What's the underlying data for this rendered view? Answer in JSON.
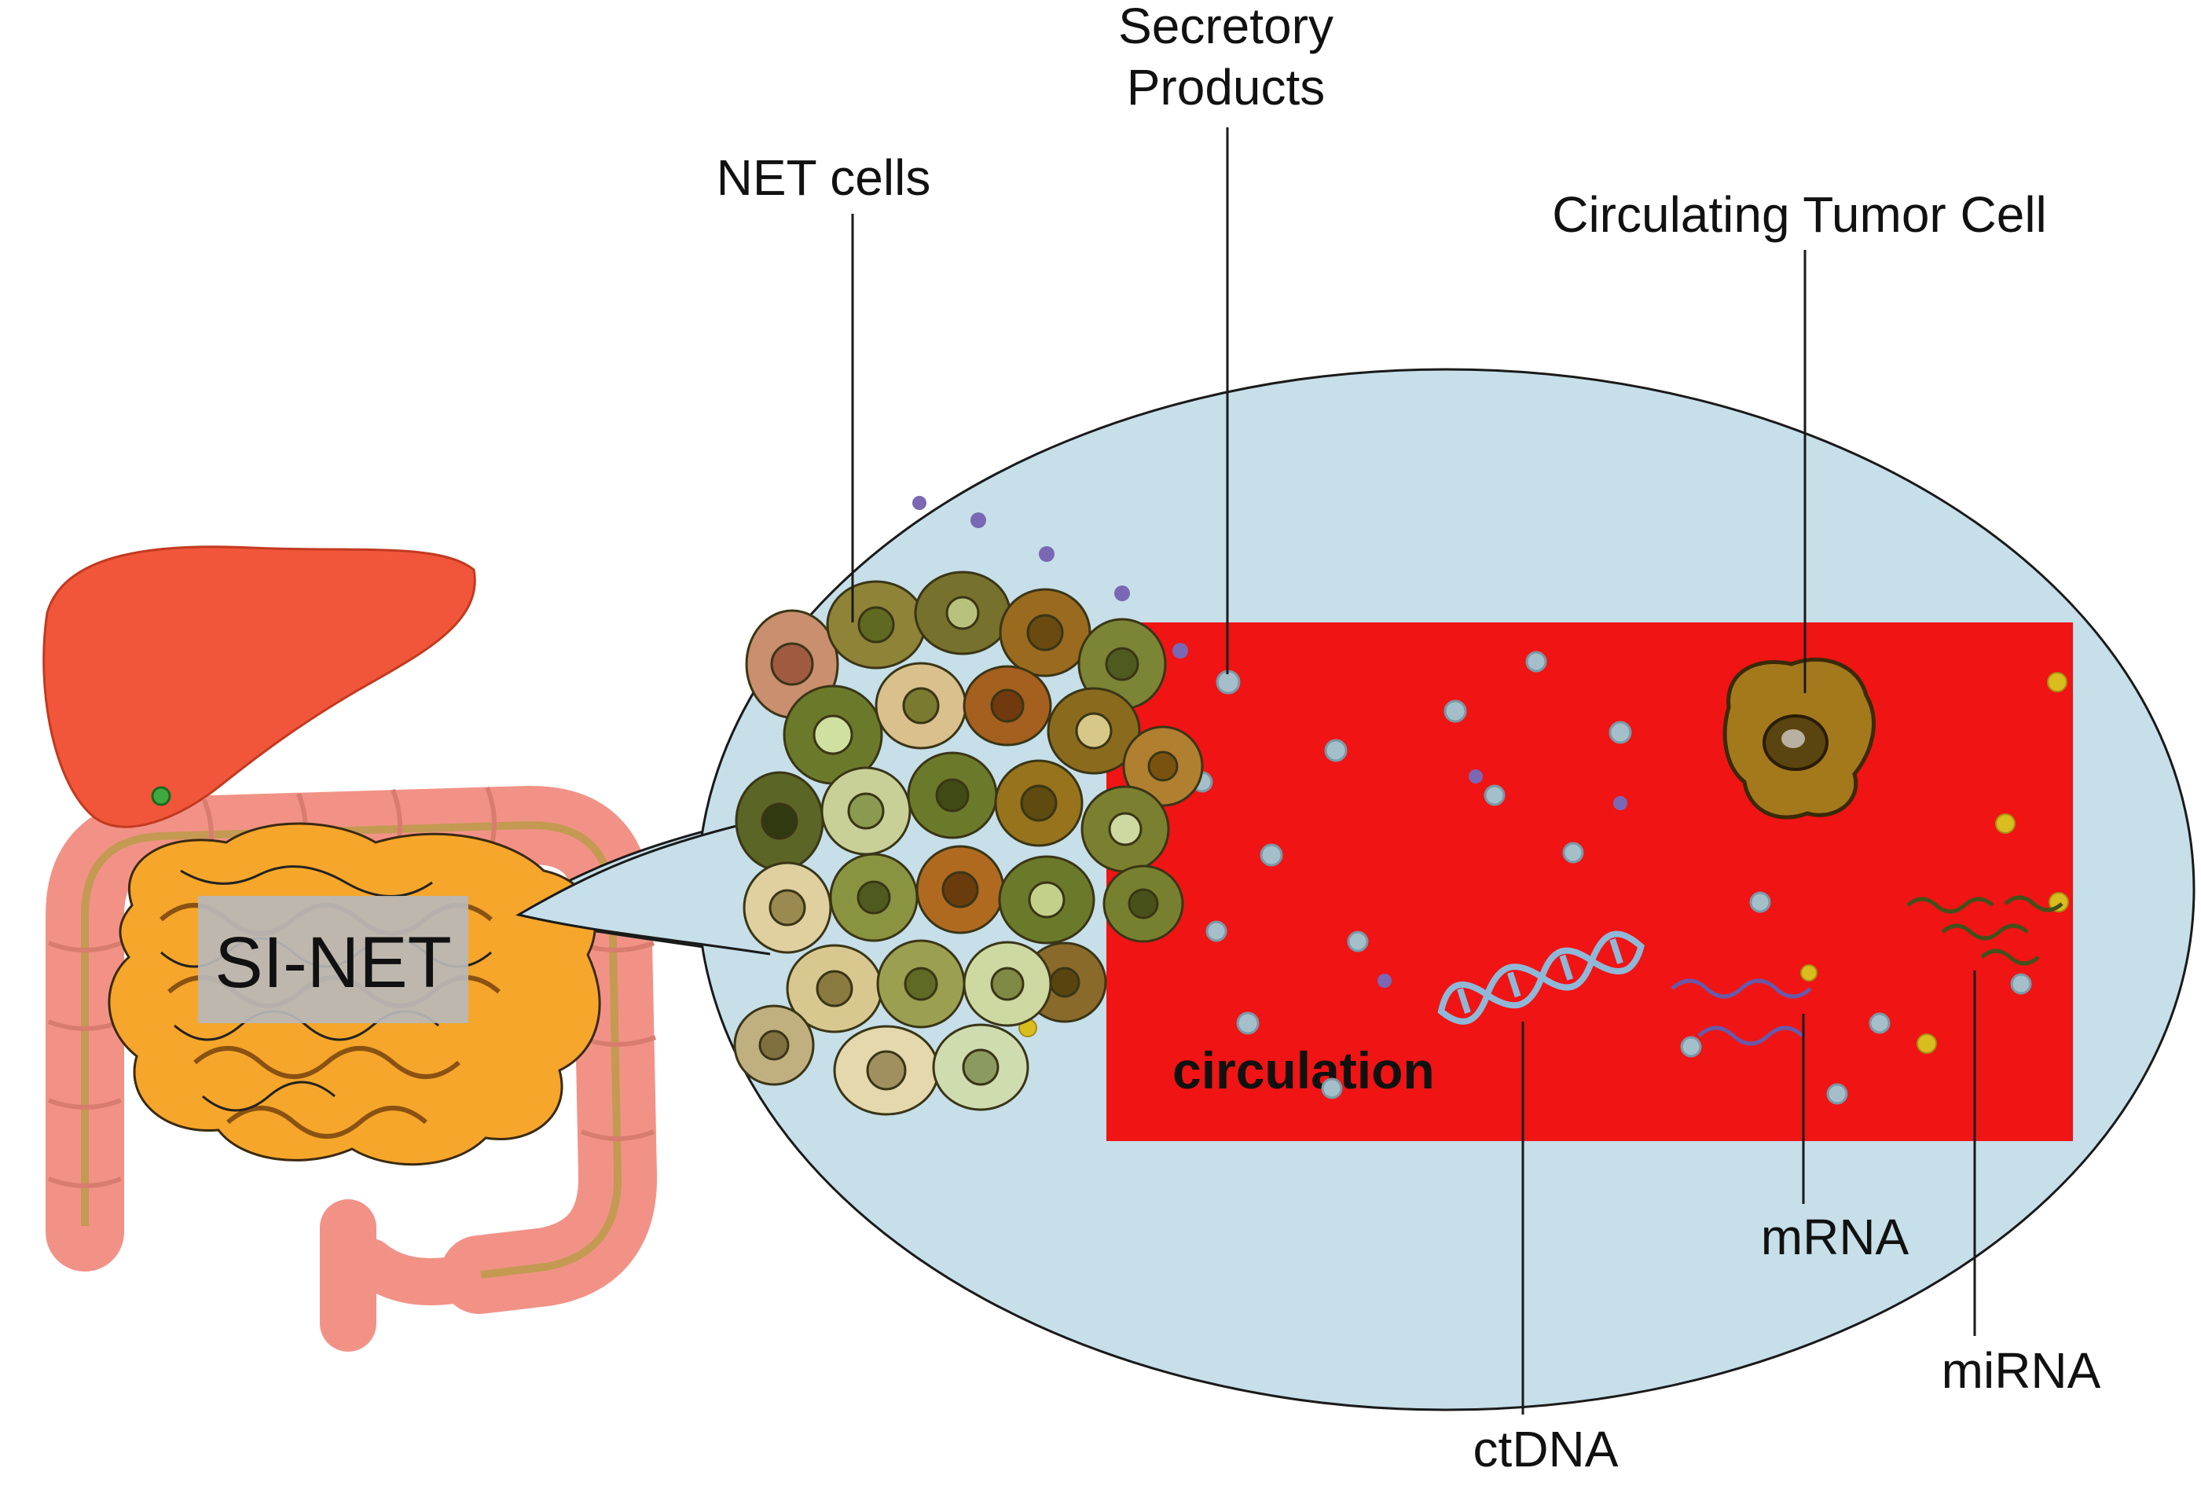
{
  "figure": {
    "labels": {
      "net_cells": "NET cells",
      "secretory_line1": "Secretory",
      "secretory_line2": "Products",
      "circulating_tumor_cell": "Circulating Tumor Cell",
      "si_net": "SI-NET",
      "circulation": "circulation",
      "ctdna": "ctDNA",
      "mrna": "mRNA",
      "mirna": "miRNA"
    },
    "colors": {
      "background": "#ffffff",
      "ellipse_fill": "#c6dfe9",
      "outline": "#1a1a1a",
      "circulation_red": "#f01414",
      "liver_red": "#f1563a",
      "colon_pink": "#f29287",
      "colon_line_tan": "#c49a52",
      "small_intestine_orange": "#f6a62a",
      "si_net_box_gray": "#b9b9b9",
      "tumor_cell_brown": "#a3791c",
      "ctdna_blue": "#8fb8d8",
      "mrna_purple": "#6a58a8",
      "mirna_green": "#44501a",
      "dot_gray_blue": "#a5bfca",
      "dot_yellow": "#d9bd1f",
      "dot_purple": "#7a68b4"
    }
  }
}
